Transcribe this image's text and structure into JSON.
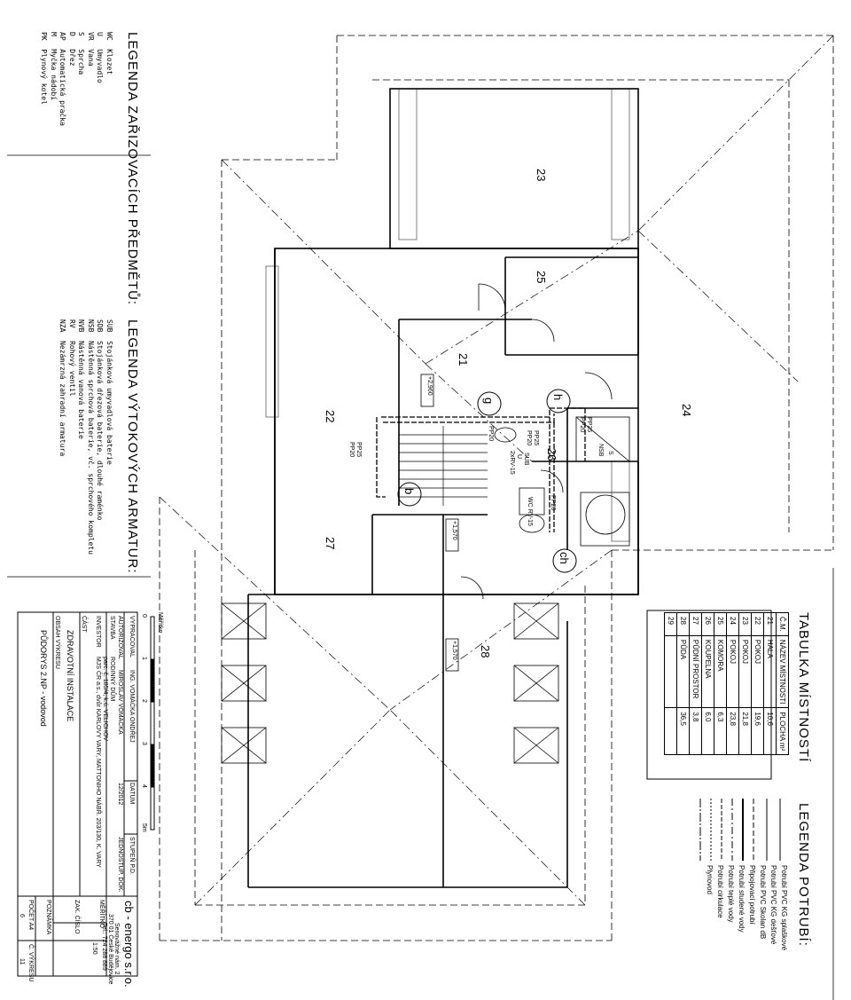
{
  "legend_fixtures": {
    "title": "LEGENDA ZAŘIZOVACÍCH PŘEDMĚTŮ:",
    "items": [
      {
        "code": "WC",
        "name": "Klozet"
      },
      {
        "code": "U",
        "name": "Umyvadlo"
      },
      {
        "code": "VR",
        "name": "Vana"
      },
      {
        "code": "S",
        "name": "Sprcha"
      },
      {
        "code": "D",
        "name": "Dřez"
      },
      {
        "code": "AP",
        "name": "Automatická pračka"
      },
      {
        "code": "M",
        "name": "Myčka nádobí"
      },
      {
        "code": "PK",
        "name": "Plynový kotel"
      }
    ]
  },
  "legend_fittings": {
    "title": "LEGENDA VÝTOKOVÝCH ARMATUR:",
    "items": [
      {
        "code": "SUB",
        "name": "Stojánková umyvadlová baterie"
      },
      {
        "code": "SDB",
        "name": "Stojánková dřezová baterie, dlouhé raménko"
      },
      {
        "code": "NSB",
        "name": "Nástěnná sprchová baterie, vč. sprchového kompletu"
      },
      {
        "code": "NVB",
        "name": "Nástěnná vanová baterie"
      },
      {
        "code": "RV",
        "name": "Rohový ventil"
      },
      {
        "code": "NZA",
        "name": "Nezámrzná zahradní armatura"
      }
    ]
  },
  "rooms_table": {
    "title": "TABULKA MÍSTNOSTÍ",
    "headers": [
      "Č.M.",
      "NÁZEV MÍSTNOSTI",
      "PLOCHA m²"
    ],
    "rows": [
      [
        "21",
        "HALA",
        "10,6"
      ],
      [
        "22",
        "POKOJ",
        "19,6"
      ],
      [
        "23",
        "POKOJ",
        "21,8"
      ],
      [
        "24",
        "POKOJ",
        "23,8"
      ],
      [
        "25",
        "KOMORA",
        "6,3"
      ],
      [
        "26",
        "KOUPELNA",
        "6,0"
      ],
      [
        "27",
        "PŮDNÍ PROSTOR",
        "3,8"
      ],
      [
        "28",
        "PŮDA",
        "36,5"
      ],
      [
        "29",
        "",
        ""
      ]
    ]
  },
  "legend_pipes": {
    "title": "LEGENDA POTRUBÍ:",
    "items": [
      "Potrubí PVC KG splaškové",
      "Potrubí PVC KG dešťové",
      "Potrubí PVC Skolan dB",
      "Připojovací potrubí",
      "Potrubí studené vody",
      "Potrubí teplé vody",
      "Potrubí cirkulace",
      "Plynovod"
    ]
  },
  "plan": {
    "rooms": [
      "23",
      "25",
      "24",
      "21",
      "22",
      "26",
      "27",
      "28"
    ],
    "levels": [
      "+2,960",
      "+1,570",
      "+1,570"
    ],
    "risers": [
      "h",
      "g",
      "b",
      "ch"
    ],
    "labels": [
      "PP20",
      "PP25",
      "PP20",
      "PP25",
      "PP20",
      "PP20",
      "SUB",
      "U",
      "2xRV-15",
      "WC RV-15",
      "S",
      "NSB",
      "PP25",
      "PP20"
    ]
  },
  "scale": {
    "label": "Měřítko",
    "ticks": [
      "0",
      "1",
      "2",
      "3",
      "4",
      "5m"
    ]
  },
  "title_block": {
    "vypracoval_label": "VYPRACOVAL",
    "vypracoval": "ING. VOMÁČKA ONDŘEJ",
    "autorizoval_label": "AUTORIZOVAL",
    "autorizoval": "MIROSLAV VOMÁČKA",
    "datum_label": "DATUM",
    "datum": "12/2012",
    "stupen_label": "STUPEŇ P.D.",
    "stupen": "JEDNOSTUP. DOK.",
    "stavba_label": "STAVBA",
    "stavba": "RODINNÝ DŮM",
    "misto": "parc. č. 185/4, k.ú. VELICHOV",
    "investor_label": "INVESTOR",
    "investor": "MJS ČR a.s., dvůr KARLOVY VARY, MATTONIHO NÁBŘ. 203/130, K. VARY",
    "cast_label": "ČÁST",
    "cast": "ZDRAVOTNÍ INSTALACE",
    "obsah_label": "OBSAH VÝKRESU",
    "obsah": "PŮDORYS 2.NP - vodovod",
    "company": "cb - energo s.r.o.",
    "address1": "Senovážné nám. 2",
    "address2": "370 01 České Budějovice",
    "tel": "Tel.: 724 288 889",
    "meritko_label": "MĚŘÍTKO",
    "meritko": "1:50",
    "zak_label": "ZAK. ČÍSLO",
    "poznamka_label": "POZNÁMKA",
    "pocet_label": "POČET A4",
    "pocet": "6",
    "cislo_label": "Č. VÝKRESU",
    "cislo": "11"
  }
}
